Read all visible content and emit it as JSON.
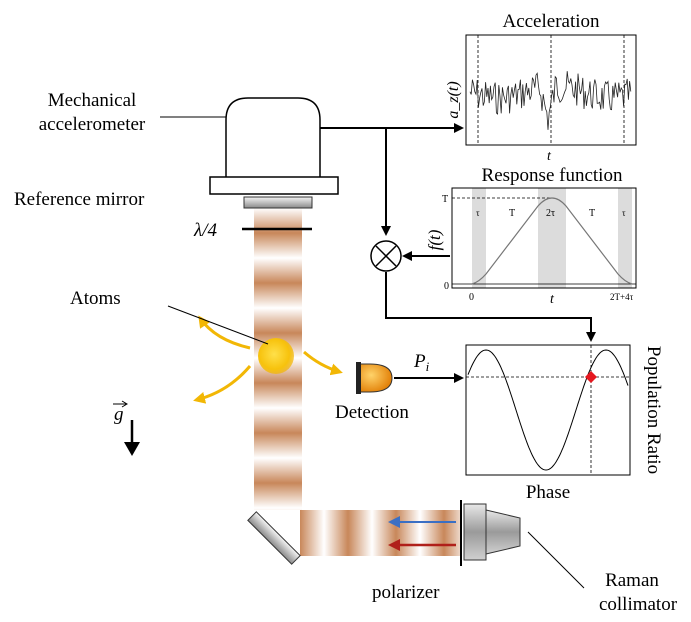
{
  "labels": {
    "acceleration_title": "Acceleration",
    "acceleration_ylabel": "a_z(t)",
    "acceleration_xlabel": "t",
    "response_title": "Response function",
    "response_ylabel": "f(t)",
    "response_xlabel": "t",
    "mechanical_line1": "Mechanical",
    "mechanical_line2": "accelerometer",
    "reference_mirror": "Reference mirror",
    "lambda_quarter": "λ/4",
    "atoms": "Atoms",
    "pi_label": "P",
    "pi_sub": "i",
    "detection": "Detection",
    "gravity": "g",
    "phase": "Phase",
    "population_ratio": "Population Ratio",
    "polarizer": "polarizer",
    "raman_line1": "Raman",
    "raman_line2": "collimator"
  },
  "response_ticks": {
    "y_top": "T",
    "y_zero": "0",
    "x_zero": "0",
    "x_end": "2T+4τ",
    "seg_tau1": "τ",
    "seg_T1": "T",
    "seg_2tau": "2τ",
    "seg_T2": "T",
    "seg_tau2": "τ"
  },
  "colors": {
    "beam": "#c8875a",
    "atom": "#f7c20c",
    "arrows": "#f2b705",
    "blue_arrow": "#3a6fc4",
    "red_arrow": "#b0201a",
    "marker": "#e5171f",
    "shading": "#dcdcdc"
  }
}
